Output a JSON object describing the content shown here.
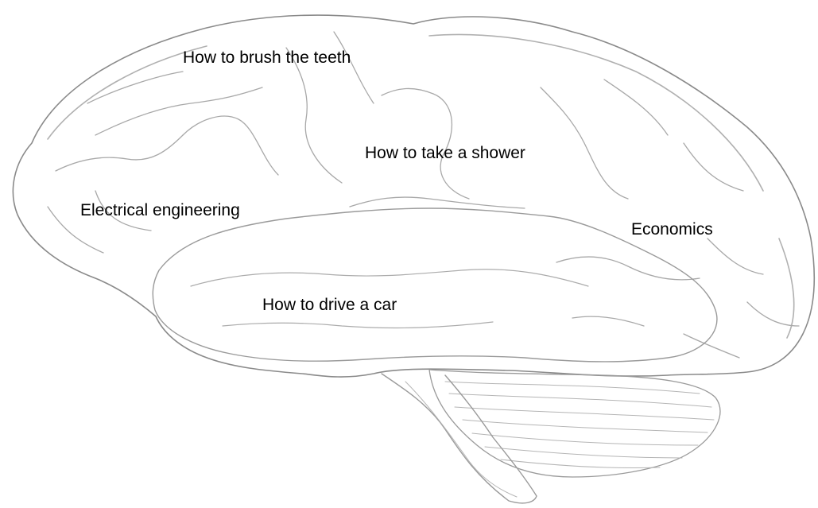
{
  "labels": {
    "brush_teeth": "How to brush the teeth",
    "take_shower": "How to take a shower",
    "electrical_engineering": "Electrical engineering",
    "economics": "Economics",
    "drive_car": "How to drive a car"
  },
  "colors": {
    "outline": "#8a8a8a",
    "fold": "#a8a8a8",
    "label_text": "#000000",
    "background": "#ffffff"
  }
}
